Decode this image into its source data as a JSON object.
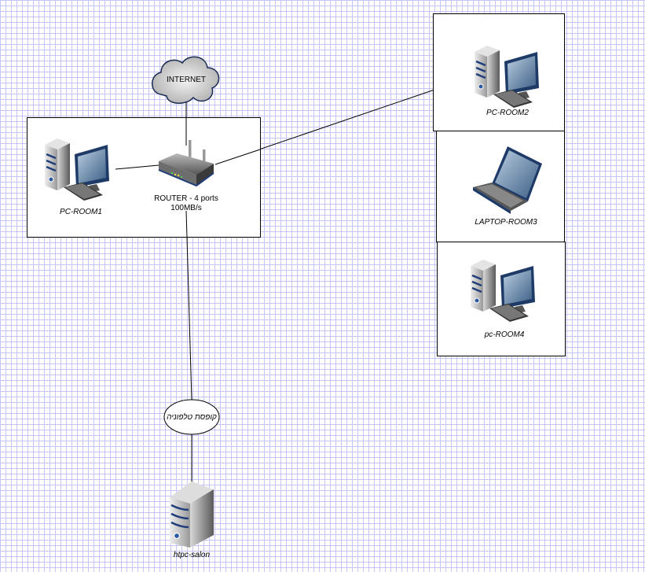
{
  "diagram": {
    "cloud": {
      "label": "INTERNET"
    },
    "router": {
      "label_line1": "ROUTER  - 4 ports",
      "label_line2": "100MB/s"
    },
    "nodes": [
      {
        "id": "pc1",
        "label": "PC-ROOM1",
        "type": "desktop-pc"
      },
      {
        "id": "pc2",
        "label": "PC-ROOM2",
        "type": "desktop-pc"
      },
      {
        "id": "laptop3",
        "label": "LAPTOP-ROOM3",
        "type": "laptop"
      },
      {
        "id": "pc4",
        "label": "pc-ROOM4",
        "type": "desktop-pc"
      },
      {
        "id": "htpc",
        "label": "htpc-salon",
        "type": "server"
      }
    ],
    "phone_box": {
      "label": "קופסת טלפוניה"
    },
    "edges": [
      [
        "INTERNET",
        "ROUTER"
      ],
      [
        "PC-ROOM1",
        "ROUTER"
      ],
      [
        "ROUTER",
        "PC-ROOM2"
      ],
      [
        "ROUTER",
        "קופסת טלפוניה"
      ],
      [
        "קופסת טלפוניה",
        "htpc-salon"
      ]
    ]
  }
}
